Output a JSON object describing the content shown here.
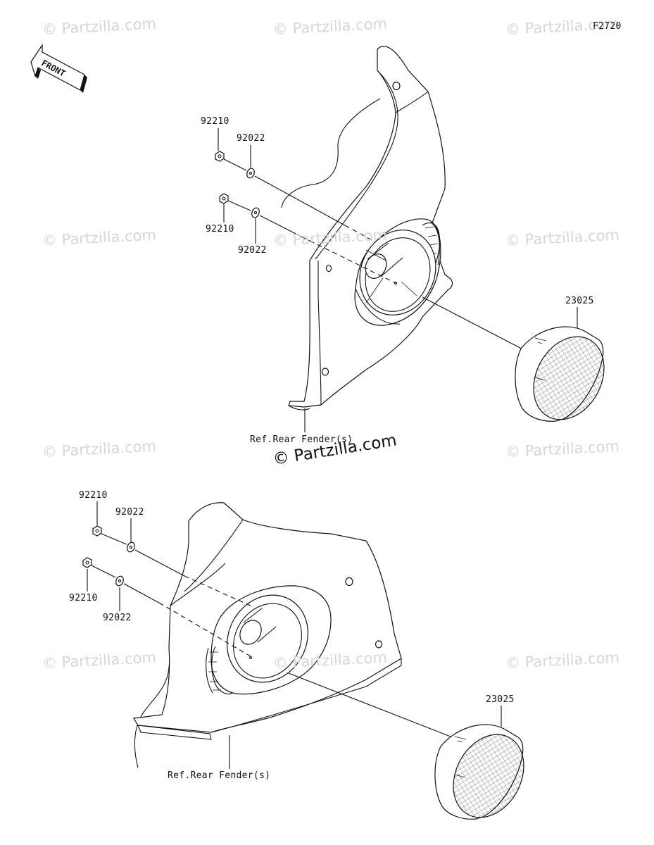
{
  "figure_code": "F2720",
  "front_label": "FRONT",
  "watermark_text": "© Partzilla.com",
  "top_assembly": {
    "labels": {
      "nut_upper": "92210",
      "washer_upper": "92022",
      "nut_lower": "92210",
      "washer_lower": "92022",
      "speaker": "23025",
      "ref": "Ref.Rear Fender(s)"
    }
  },
  "bottom_assembly": {
    "labels": {
      "nut_upper": "92210",
      "washer_upper": "92022",
      "nut_lower": "92210",
      "washer_lower": "92022",
      "speaker": "23025",
      "ref": "Ref.Rear Fender(s)"
    }
  }
}
